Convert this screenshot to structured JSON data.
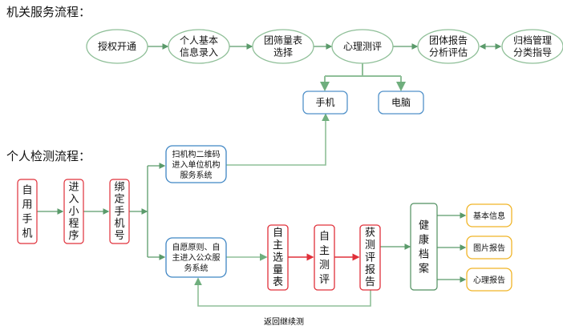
{
  "section1": {
    "title": "机关服务流程：",
    "steps": [
      {
        "lines": [
          "授权开通"
        ]
      },
      {
        "lines": [
          "个人基本",
          "信息录入"
        ]
      },
      {
        "lines": [
          "团筛量表",
          "选择"
        ]
      },
      {
        "lines": [
          "心理测评"
        ]
      },
      {
        "lines": [
          "团体报告",
          "分析评估"
        ]
      },
      {
        "lines": [
          "归档管理",
          "分类指导"
        ]
      }
    ],
    "devices": [
      "手机",
      "电脑"
    ]
  },
  "section2": {
    "title": "个人检测流程：",
    "start_steps": [
      "自用手机",
      "进入小程序",
      "绑定手机号"
    ],
    "scan_box": [
      "扫机构二维码",
      "进入单位机构",
      "服务系统"
    ],
    "public_box": [
      "自愿原则、自",
      "主进入公众服",
      "务系统"
    ],
    "red_steps": [
      "自主选量表",
      "自主测评",
      "获测评报告"
    ],
    "archive": "健康档案",
    "outputs": [
      "基本信息",
      "图片报告",
      "心理报告"
    ],
    "loop_label": "返回继续测"
  },
  "colors": {
    "green": "#5a9a6a",
    "green_light": "#8fbf98",
    "red": "#e0303a",
    "blue": "#3f86c4",
    "gold": "#f0b528",
    "archive_border": "#4f8f5f"
  }
}
